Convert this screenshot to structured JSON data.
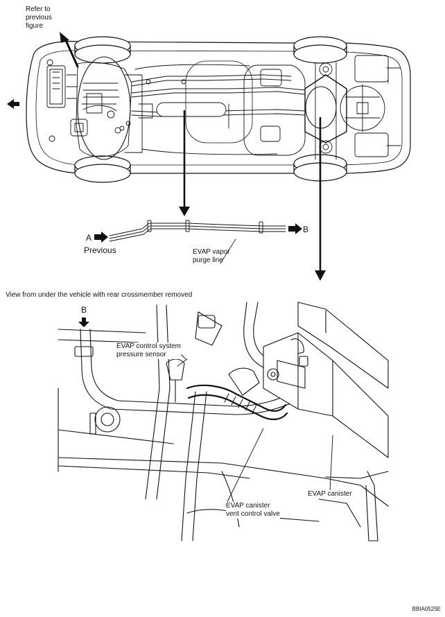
{
  "top_view": {
    "refer_label": "Refer to\nprevious\nfigure",
    "label_a": "A",
    "label_b": "B",
    "previous_label": "Previous",
    "purge_line_label": "EVAP vapor\npurge line"
  },
  "bottom_view": {
    "caption": "View from under the vehicle with rear crossmember removed",
    "label_b": "B",
    "pressure_sensor_label": "EVAP control system\npressure sensor",
    "canister_label": "EVAP canister",
    "vent_valve_label": "EVAP canister\nvent control valve"
  },
  "figure_code": "BBIA0525E"
}
